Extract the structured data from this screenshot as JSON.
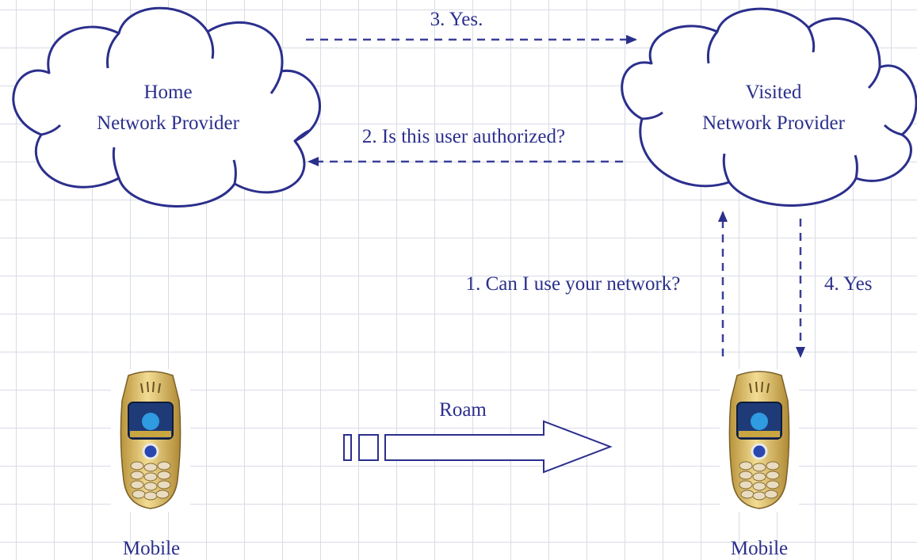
{
  "clouds": {
    "home": {
      "line1": "Home",
      "line2": "Network Provider"
    },
    "visited": {
      "line1": "Visited",
      "line2": "Network Provider"
    }
  },
  "messages": {
    "step1": "1. Can I use your network?",
    "step2": "2. Is this user authorized?",
    "step3": "3. Yes.",
    "step4": "4. Yes"
  },
  "roam_label": "Roam",
  "mobiles": {
    "left_label": "Mobile",
    "right_label": "Mobile"
  },
  "colors": {
    "ink": "#2b2f8c",
    "arrow": "#3a3f97",
    "phone_body": "#d9b860",
    "phone_screen": "#1e3b78"
  }
}
